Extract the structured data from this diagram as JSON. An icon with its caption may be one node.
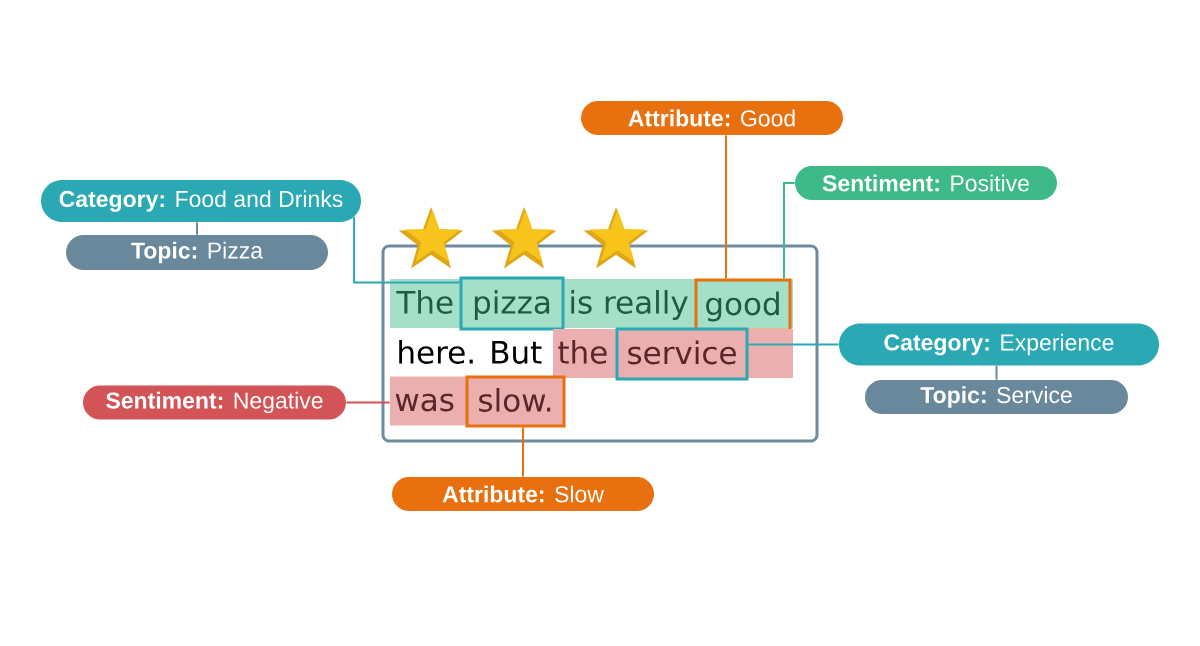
{
  "diagram": {
    "nodes": [
      {
        "text": [
          "**Attribute:** Good"
        ]
      },
      {
        "text": [
          "**Sentiment:** Positive"
        ]
      },
      {
        "text": [
          "**Category:** Food and Drinks"
        ]
      },
      {
        "text": [
          "**Topic:** Pizza"
        ]
      },
      {
        "text": [],
        "shape": "box"
      },
      {
        "text": [
          "The",
          "is really"
        ],
        "in": 4
      },
      {
        "text": [
          "pizza"
        ],
        "in": 5
      },
      {
        "text": [
          "good"
        ],
        "in": 5
      },
      {
        "text": [
          "the"
        ],
        "in": 4
      },
      {
        "text": [
          "service"
        ],
        "in": 8
      },
      {
        "text": [
          "was"
        ],
        "in": 4
      },
      {
        "text": [
          "slow."
        ],
        "in": 10
      },
      {
        "text": [
          "**Category:** Experience"
        ]
      },
      {
        "text": [
          "**Sentiment:** Negative"
        ]
      },
      {
        "text": [
          "**Topic:** Service"
        ]
      },
      {
        "text": [
          "**Attribute:** Slow"
        ]
      }
    ],
    "edges": [
      {
        "from": 2,
        "to": 6,
        "arrow": "none",
        "color": "#2aa9b4"
      },
      {
        "from": 2,
        "to": 3,
        "arrow": "none",
        "color": "#6a889c"
      },
      {
        "from": 0,
        "to": 7,
        "arrow": "none",
        "color": "#e8700e"
      },
      {
        "from": 1,
        "to": 7,
        "arrow": "none",
        "color": "#3dba88"
      },
      {
        "from": 9,
        "to": 12,
        "arrow": "none",
        "color": "#2aa9b4"
      },
      {
        "from": 12,
        "to": 14,
        "arrow": "none",
        "color": "#6a889c"
      },
      {
        "from": 13,
        "to": 10,
        "arrow": "none",
        "color": "#d35457"
      },
      {
        "from": 11,
        "to": 15,
        "arrow": "none",
        "color": "#e8700e"
      }
    ],
    "labels": [
      "here. But"
    ]
  }
}
